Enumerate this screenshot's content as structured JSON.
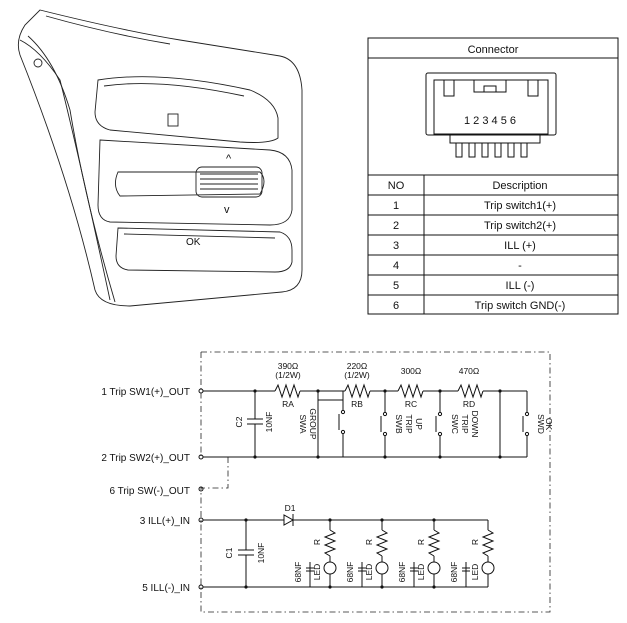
{
  "connector": {
    "title": "Connector",
    "pin_numbers": "1 2 3 4 5 6",
    "headers": {
      "no": "NO",
      "desc": "Description"
    },
    "rows": [
      {
        "no": "1",
        "desc": "Trip switch1(+)"
      },
      {
        "no": "2",
        "desc": "Trip switch2(+)"
      },
      {
        "no": "3",
        "desc": "ILL (+)"
      },
      {
        "no": "4",
        "desc": "-"
      },
      {
        "no": "5",
        "desc": "ILL (-)"
      },
      {
        "no": "6",
        "desc": "Trip switch GND(-)"
      }
    ]
  },
  "switch_face": {
    "ok_label": "OK",
    "up_symbol": "^",
    "down_symbol": "v"
  },
  "schematic": {
    "terminals": {
      "t1": "1 Trip SW1(+)_OUT",
      "t2": "2 Trip SW2(+)_OUT",
      "t6": "6 Trip SW(-)_OUT",
      "t3": "3 ILL(+)_IN",
      "t5": "5 ILL(-)_IN"
    },
    "resistors": {
      "ra": {
        "value": "390Ω",
        "power": "(1/2W)",
        "name": "RA"
      },
      "rb": {
        "value": "220Ω",
        "power": "(1/2W)",
        "name": "RB"
      },
      "rc": {
        "value": "300Ω",
        "name": "RC"
      },
      "rd": {
        "value": "470Ω",
        "name": "RD"
      }
    },
    "c2": {
      "name": "C2",
      "value": "10NF"
    },
    "c1": {
      "name": "C1",
      "value": "10NF"
    },
    "d1": "D1",
    "switches": {
      "swa": [
        "SWA",
        "GROUP"
      ],
      "swb": [
        "SWB",
        "TRIP",
        "UP"
      ],
      "swc": [
        "SWC",
        "TRIP",
        "DOWN"
      ],
      "swd": [
        "SWD",
        "OK"
      ]
    },
    "led_branch": {
      "r": "R",
      "cap": "68NF",
      "led": "LED"
    }
  }
}
